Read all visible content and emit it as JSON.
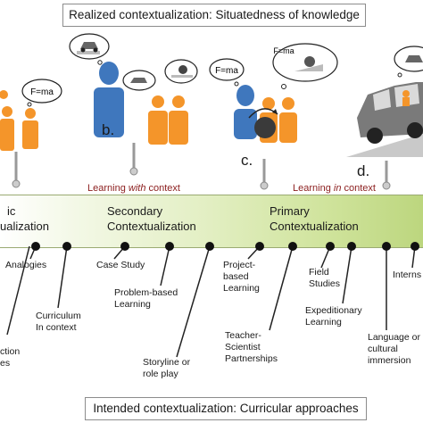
{
  "top_label": "Realized contextualization: Situatedness of knowledge",
  "bottom_label": "Intended contextualization: Curricular approaches",
  "panels": [
    {
      "letter": "b.",
      "caption_pre": "",
      "caption_em": "",
      "caption_post": ""
    },
    {
      "letter": "c.",
      "caption_pre": "Learning ",
      "caption_em": "with",
      "caption_post": " context"
    },
    {
      "letter": "d.",
      "caption_pre": "Learning ",
      "caption_em": "in",
      "caption_post": " context"
    }
  ],
  "bubbles": {
    "formula_left": "F=ma",
    "formula_mid": "F=ma",
    "formula_right": "F=ma"
  },
  "levels": {
    "tertiary": [
      "ic",
      "ualization"
    ],
    "secondary": [
      "Secondary",
      "Contextualization"
    ],
    "primary": [
      "Primary",
      "Contextualization"
    ]
  },
  "items": {
    "analogies": [
      "Analogies"
    ],
    "curriculum": [
      "Curriculum",
      "In context"
    ],
    "action": [
      "ction",
      "es"
    ],
    "case_study": [
      "Case Study"
    ],
    "problem_based": [
      "Problem-based",
      "Learning"
    ],
    "storyline": [
      "Storyline or",
      "role play"
    ],
    "project_based": [
      "Project-",
      "based",
      "Learning"
    ],
    "teacher_scientist": [
      "Teacher-",
      "Scientist",
      "Partnerships"
    ],
    "field_studies": [
      "Field",
      "Studies"
    ],
    "expeditionary": [
      "Expeditionary",
      "Learning"
    ],
    "language": [
      "Language or",
      "cultural",
      "immersion"
    ],
    "intern": [
      "Interns"
    ]
  },
  "colors": {
    "orange": "#f4952a",
    "blue": "#3f77bd",
    "caption": "#8b1d1d",
    "band_end": "#bcd67e"
  }
}
